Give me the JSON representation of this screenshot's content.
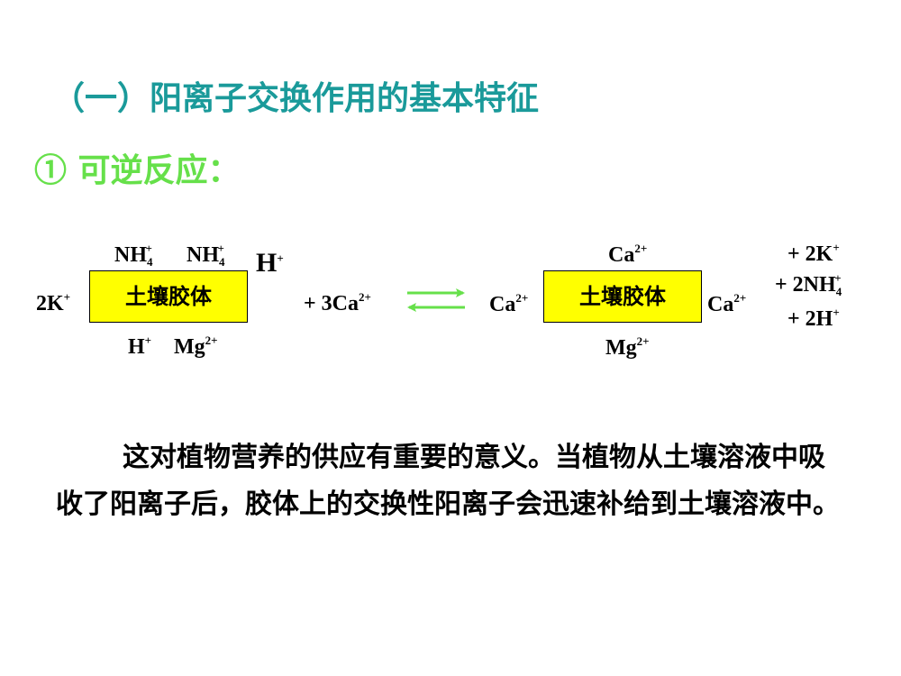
{
  "title": "（一）阳离子交换作用的基本特征",
  "subtitle": "① 可逆反应：",
  "colors": {
    "title": "#1a9a9a",
    "subtitle": "#66e04a",
    "colloid_fill": "#ffff00",
    "arrow": "#66e04a"
  },
  "reaction": {
    "left": {
      "colloid_label": "土壤胶体",
      "outer_ion": {
        "base": "2K",
        "sup": "+"
      },
      "top_ions": [
        {
          "base": "NH",
          "sub": "4",
          "sup": "+"
        },
        {
          "base": "NH",
          "sub": "4",
          "sup": "+"
        },
        {
          "base": "H",
          "sup": "+"
        }
      ],
      "bottom_ions": [
        {
          "base": "H",
          "sup": "+"
        },
        {
          "base": "Mg",
          "sup": "2+"
        }
      ]
    },
    "reactant": {
      "prefix": "+ 3Ca",
      "sup": "2+"
    },
    "arrow_icon": "equilibrium-arrows",
    "right": {
      "colloid_label": "土壤胶体",
      "top_ion": {
        "base": "Ca",
        "sup": "2+"
      },
      "left_ion": {
        "base": "Ca",
        "sup": "2+"
      },
      "right_ion": {
        "base": "Ca",
        "sup": "2+"
      },
      "bottom_ion": {
        "base": "Mg",
        "sup": "2+"
      }
    },
    "products": [
      {
        "prefix": "+ 2K",
        "sup": "+"
      },
      {
        "prefix": "+ 2NH",
        "sub": "4",
        "sup": "+"
      },
      {
        "prefix": "+ 2H",
        "sup": "+"
      }
    ]
  },
  "paragraph": "这对植物营养的供应有重要的意义。当植物从土壤溶液中吸收了阳离子后，胶体上的交换性阳离子会迅速补给到土壤溶液中。"
}
